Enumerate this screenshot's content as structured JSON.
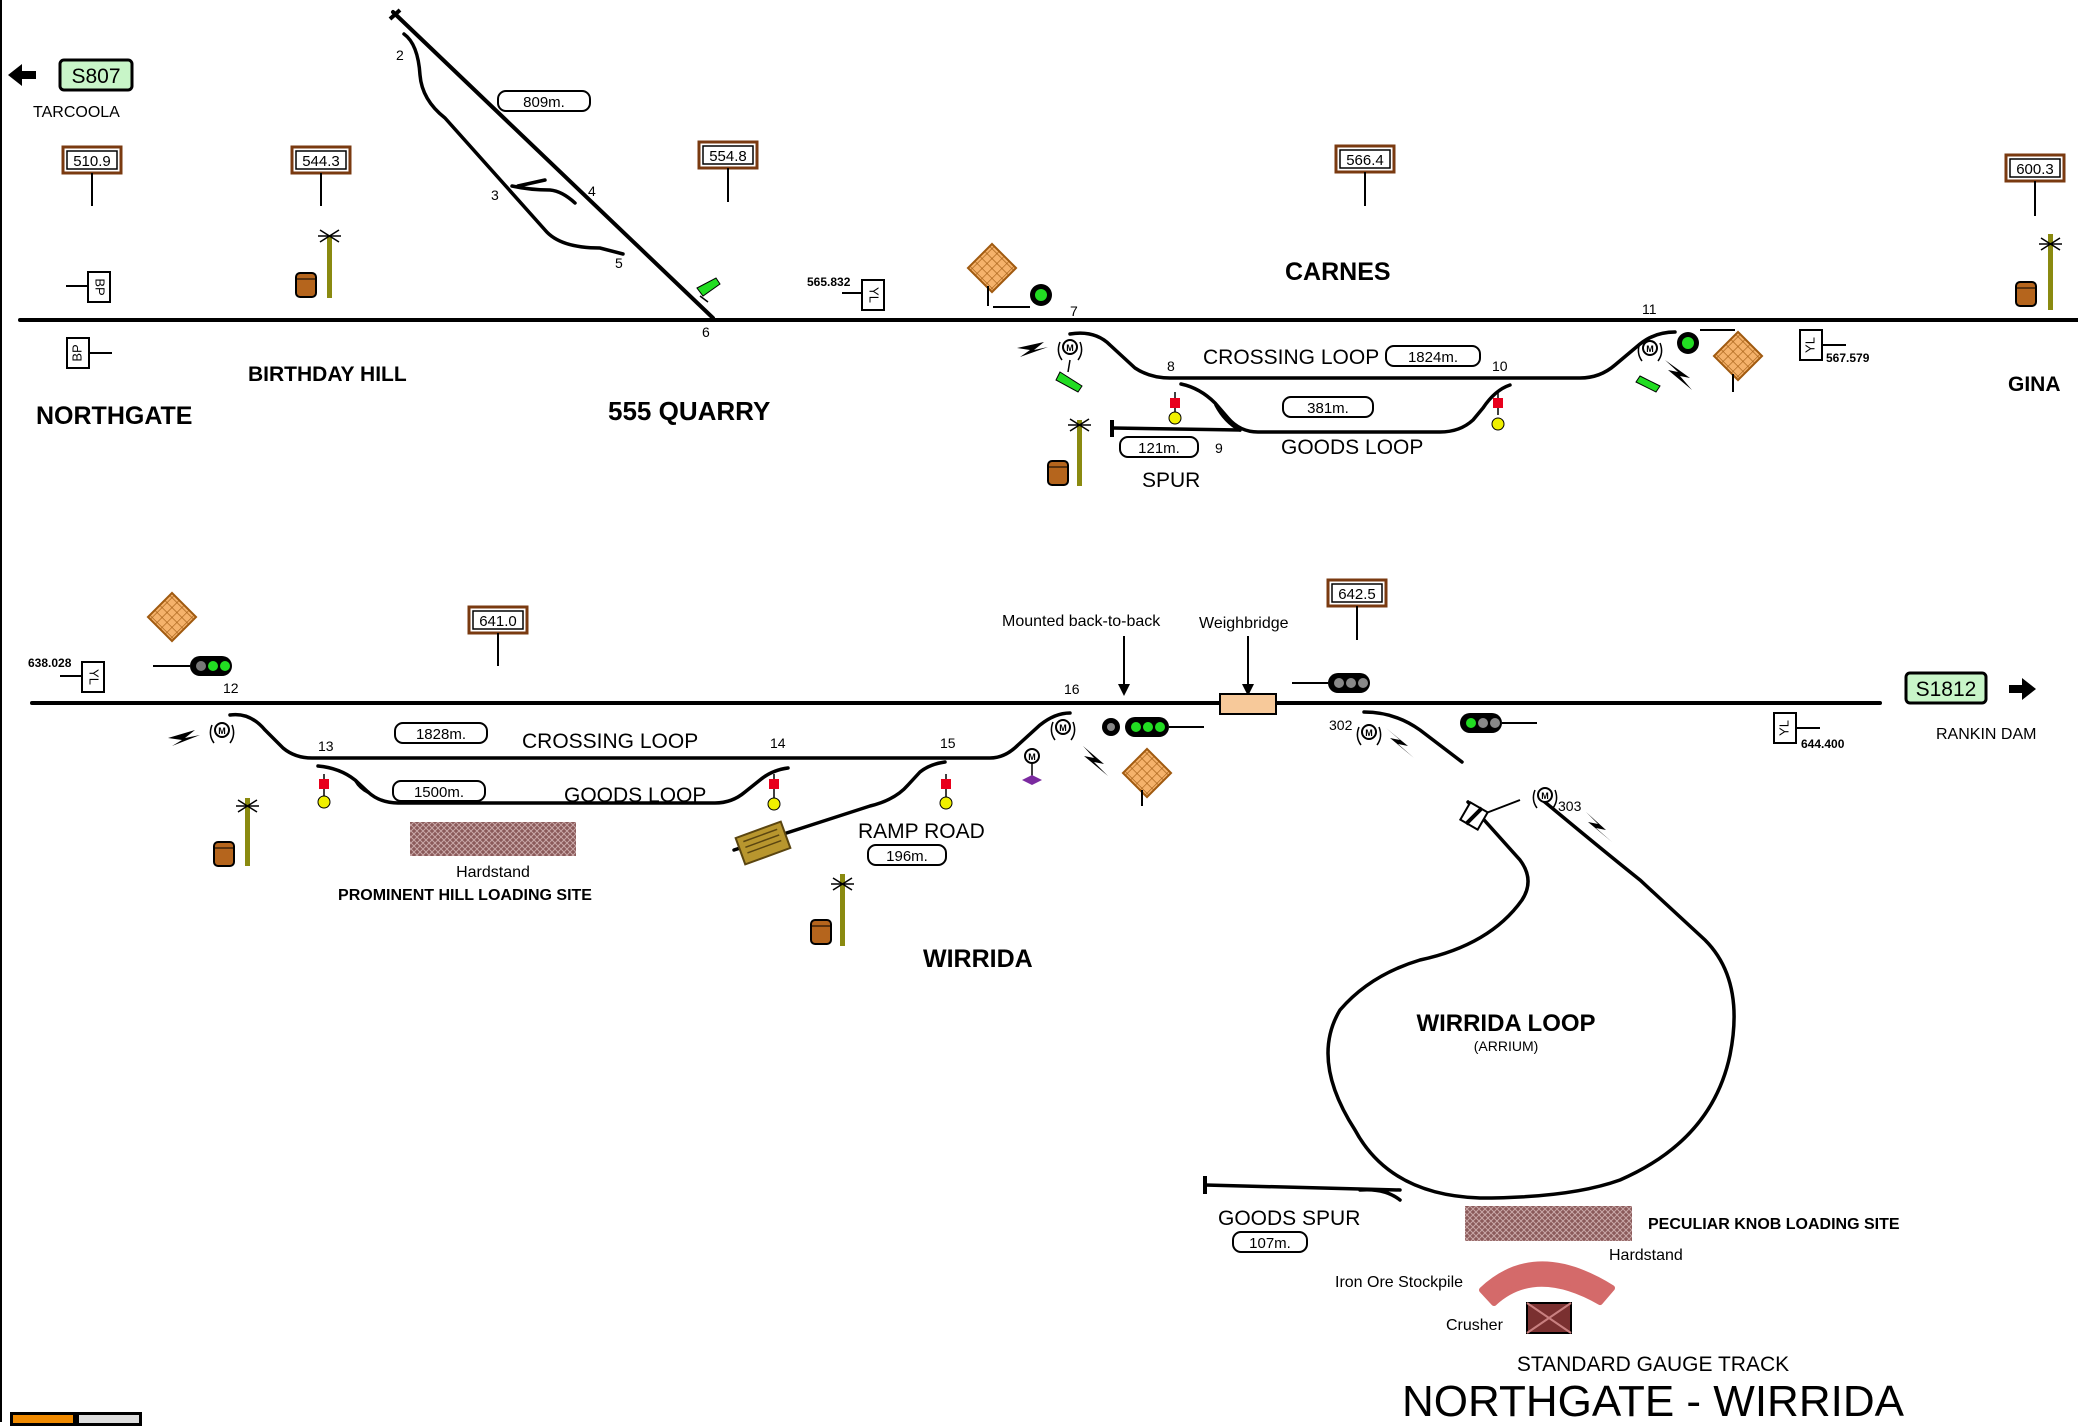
{
  "title": {
    "subtitle": "STANDARD GAUGE TRACK",
    "main": "NORTHGATE - WIRRIDA"
  },
  "ends": {
    "west_route": "S807",
    "west_place": "TARCOOLA",
    "east_route": "S1812",
    "east_place": "RANKIN DAM"
  },
  "stations": {
    "northgate": "NORTHGATE",
    "birthday_hill": "BIRTHDAY HILL",
    "quarry": "555 QUARRY",
    "carnes": "CARNES",
    "gina": "GINA",
    "wirrida": "WIRRIDA",
    "wirrida_loop": "WIRRIDA LOOP",
    "arrium": "(ARRIUM)"
  },
  "km_posts": [
    "510.9",
    "544.3",
    "554.8",
    "566.4",
    "600.3",
    "641.0",
    "642.5"
  ],
  "yard_limits": {
    "label": "YL",
    "carnes_west": "565.832",
    "carnes_east": "567.579",
    "wirrida_west": "638.028",
    "wirrida_east": "644.400"
  },
  "bp_label": "BP",
  "loops": {
    "quarry_siding_length": "809m.",
    "carnes_crossing_name": "CROSSING LOOP",
    "carnes_crossing_length": "1824m.",
    "carnes_goods_name": "GOODS LOOP",
    "carnes_goods_length": "381m.",
    "carnes_spur_name": "SPUR",
    "carnes_spur_length": "121m.",
    "wirrida_crossing_name": "CROSSING LOOP",
    "wirrida_crossing_length": "1828m.",
    "wirrida_goods_name": "GOODS LOOP",
    "wirrida_goods_length": "1500m.",
    "ramp_road_name": "RAMP ROAD",
    "ramp_road_length": "196m.",
    "goods_spur_name": "GOODS SPUR",
    "goods_spur_length": "107m."
  },
  "points": [
    "2",
    "3",
    "4",
    "5",
    "6",
    "7",
    "8",
    "9",
    "10",
    "11",
    "12",
    "13",
    "14",
    "15",
    "16",
    "302",
    "303"
  ],
  "labels": {
    "mounted": "Mounted back-to-back",
    "weighbridge": "Weighbridge",
    "hardstand": "Hardstand",
    "prominent_hill": "PROMINENT HILL LOADING SITE",
    "peculiar_knob": "PECULIAR KNOB LOADING SITE",
    "hardstand2": "Hardstand",
    "iron_ore": "Iron Ore Stockpile",
    "crusher": "Crusher",
    "motor": "M"
  },
  "colors": {
    "signal_green": "#22dd22",
    "km_post_border": "#7a3a10",
    "route_box": "#c8f5c8",
    "solar": "#f5b26b",
    "tank": "#b5651d",
    "pole": "#8a8a10",
    "stop_red": "#e8001c",
    "lamp_yellow": "#f0f000",
    "weighbridge": "#f7c99a",
    "stockpile": "#d46a6a",
    "hardstand_fill": "#8a5a5a",
    "legend_orange": "#f08a00",
    "legend_grey": "#dddddd"
  },
  "icons": [
    "arrow-left-icon",
    "arrow-right-icon",
    "solar-panel-icon",
    "water-tank-icon",
    "comms-mast-icon",
    "signal-icon",
    "point-motor-icon",
    "lightning-icon",
    "derail-icon",
    "stop-board-icon"
  ]
}
